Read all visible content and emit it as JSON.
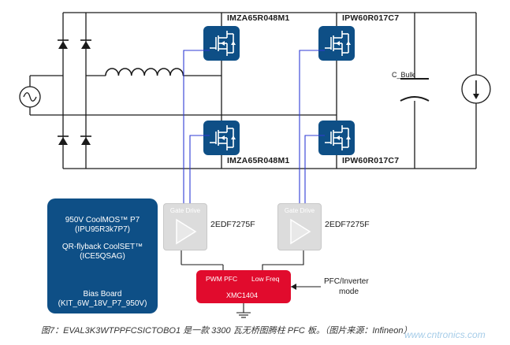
{
  "mosfets": {
    "q1": "IMZA65R048M1",
    "q2": "IPW60R017C7",
    "q3": "IMZA65R048M1",
    "q4": "IPW60R017C7"
  },
  "capacitor_label": "C_Bulk",
  "gate_drivers": {
    "left": {
      "title": "Gate Drive",
      "part": "2EDF7275F"
    },
    "right": {
      "title": "Gate Drive",
      "part": "2EDF7275F"
    }
  },
  "bias_board": {
    "line1": "950V CoolMOS™ P7",
    "line2": "(IPU95R3k7P7)",
    "line3": "QR-flyback CoolSET™",
    "line4": "(ICE5QSAG)",
    "line5": "Bias Board",
    "line6": "(KIT_6W_18V_P7_950V)"
  },
  "controller": {
    "pwm_label": "PWM PFC",
    "freq_label": "Low Freq",
    "name": "XMC1404"
  },
  "mode_label": {
    "line1": "PFC/Inverter",
    "line2": "mode"
  },
  "caption": "图7：EVAL3K3WTPPFCSICTOBO1 是一款 3300 瓦无桥图腾柱 PFC 板。（图片来源：Infineon）",
  "watermark": "www.cntronics.com",
  "colors": {
    "mosfet": "#0e4f86",
    "bias_board": "#0e4f86",
    "controller": "#e10b2d",
    "gate_wire": "#2f3bd6",
    "wire": "#1a1a1a",
    "gate_drive": "#dcdcdc"
  }
}
